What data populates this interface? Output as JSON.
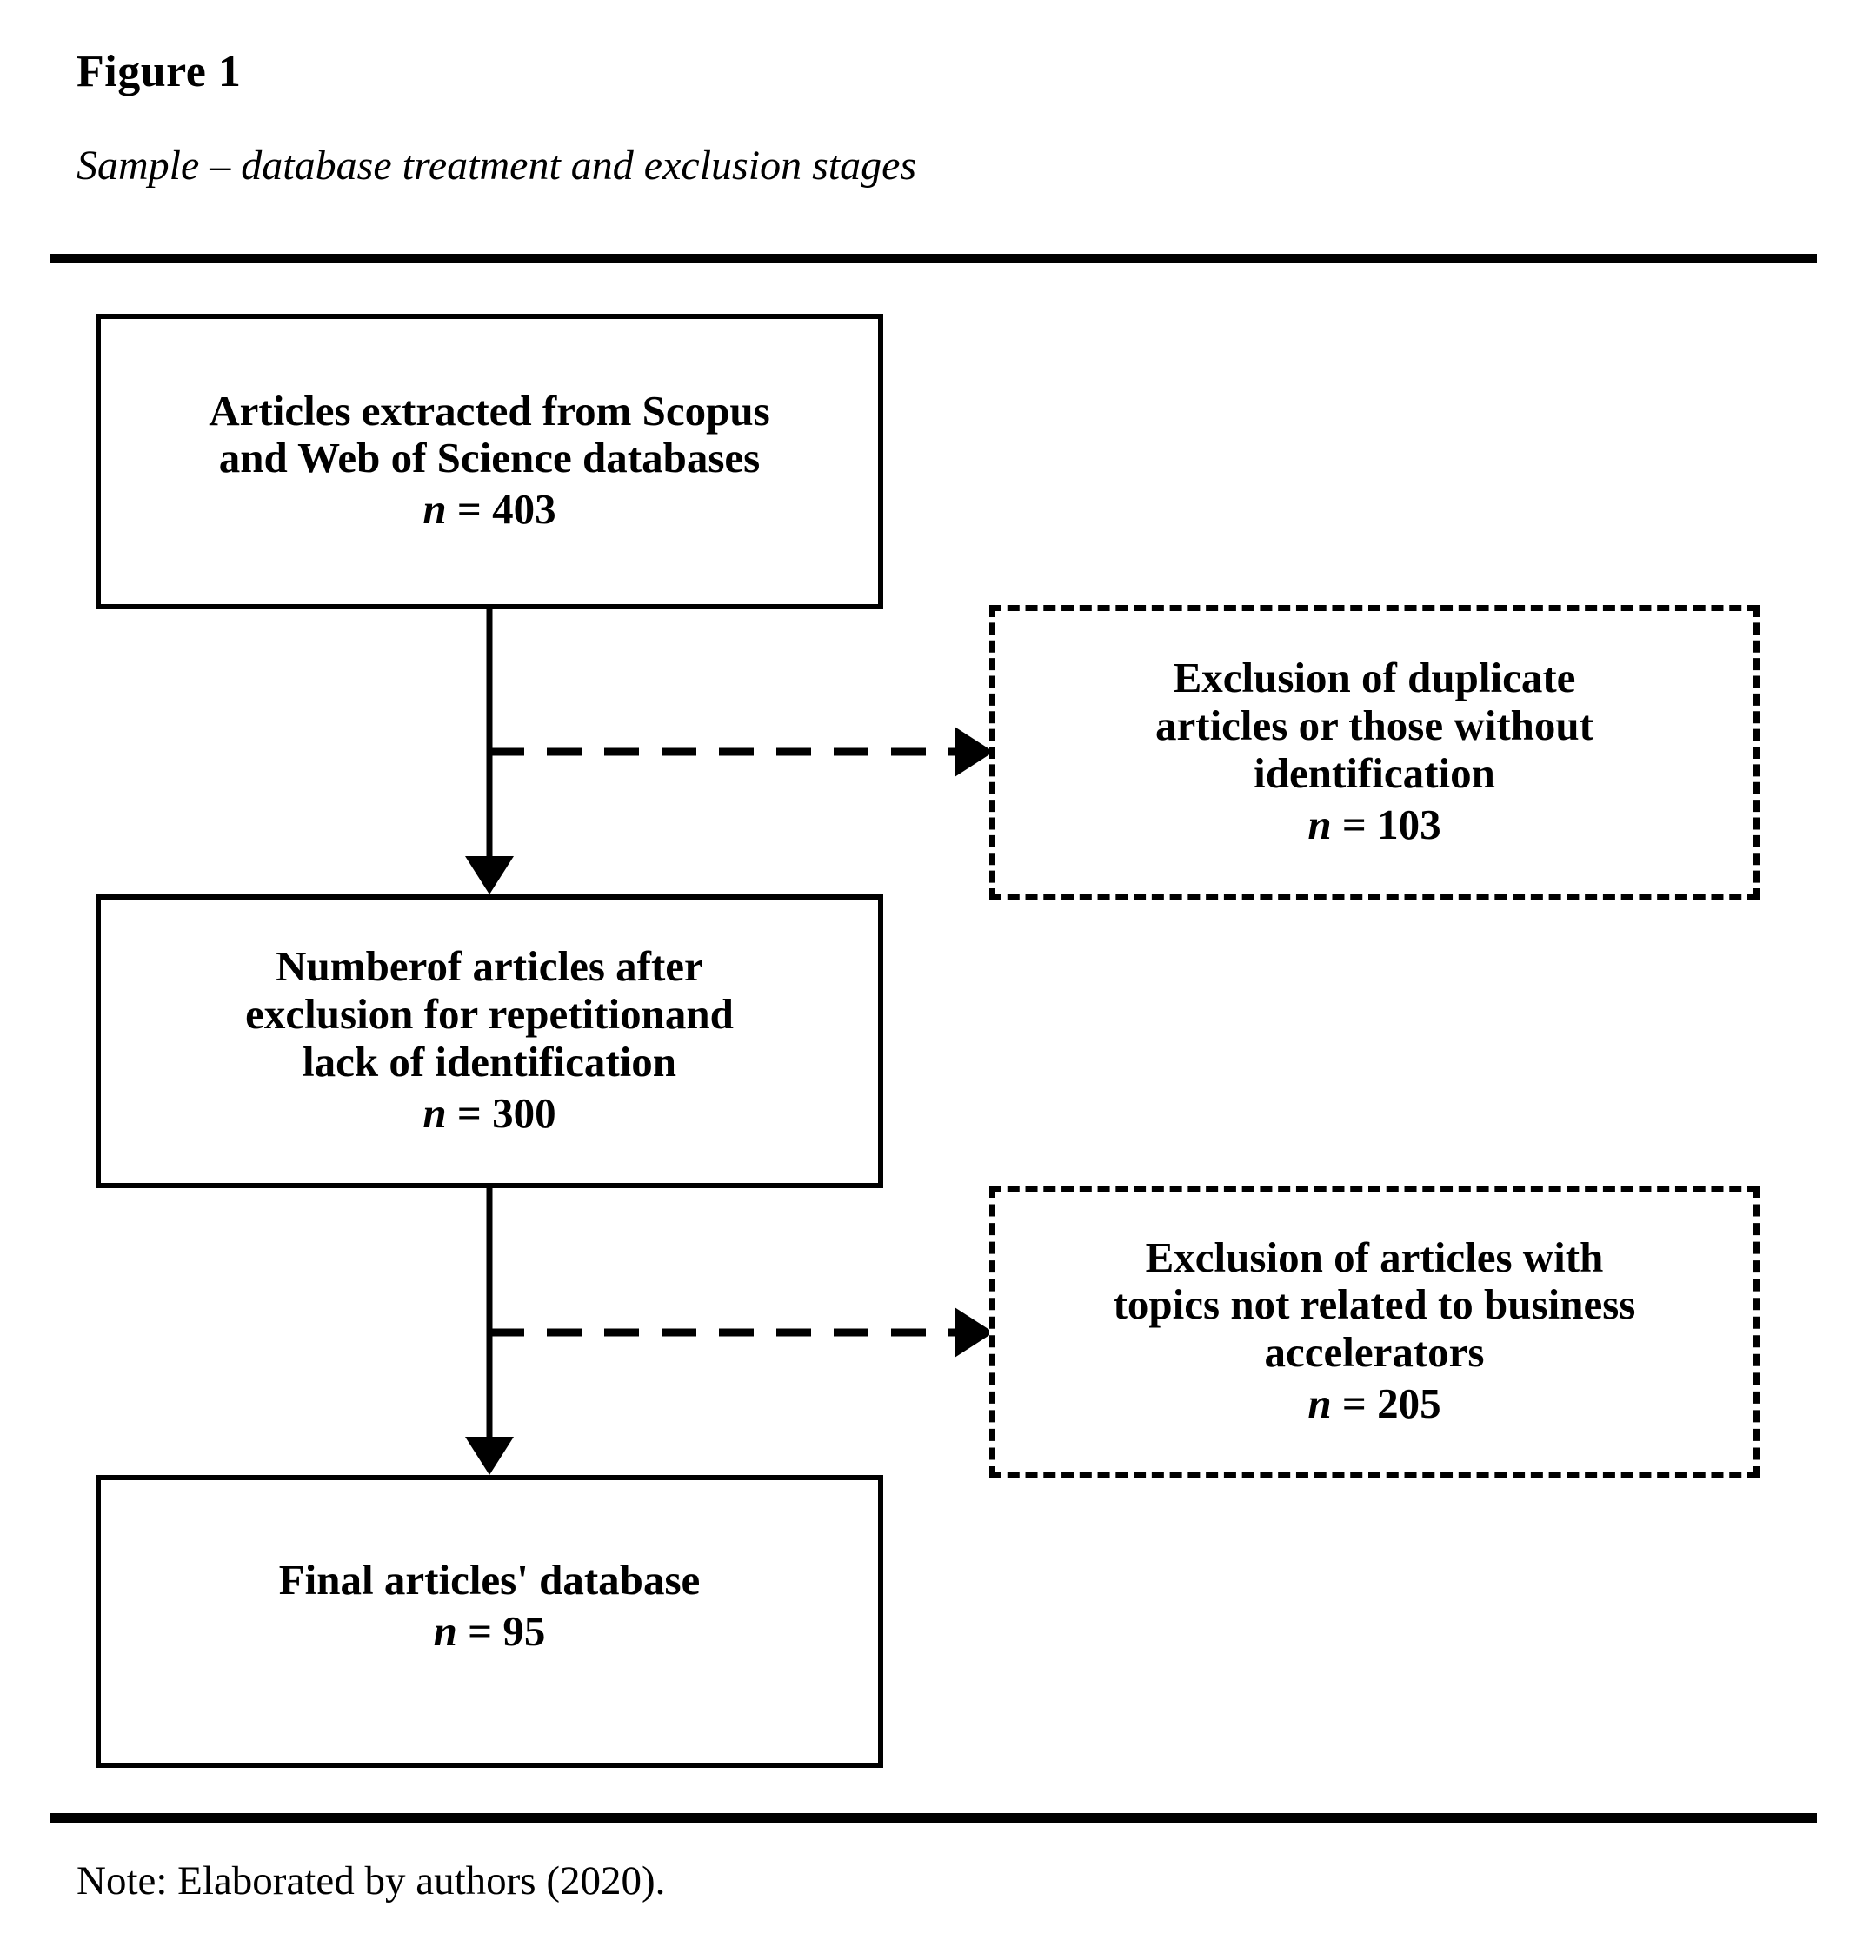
{
  "figure": {
    "label": "Figure 1",
    "subtitle": "Sample – database treatment and exclusion stages",
    "note": "Note: Elaborated by authors (2020)."
  },
  "colors": {
    "ink": "#000000",
    "paper": "#ffffff"
  },
  "flow": {
    "boxes": [
      {
        "id": "extracted",
        "style": "solid",
        "text": "Articles extracted from Scopus\nand Web of Science databases",
        "count_prefix": "n",
        "count_equals": " = ",
        "count_value": "403",
        "count_full": "n = 403"
      },
      {
        "id": "after-exclusion",
        "style": "solid",
        "text": "Numberof articles after\nexclusion for repetitionand\nlack of identification",
        "count_prefix": "n",
        "count_equals": " = ",
        "count_value": "300",
        "count_full": "n = 300"
      },
      {
        "id": "final-database",
        "style": "solid",
        "text": "Final articles' database",
        "count_prefix": "n",
        "count_equals": " = ",
        "count_value": "95",
        "count_full": "n = 95"
      },
      {
        "id": "exclusion-duplicates",
        "style": "dashed",
        "text": "Exclusion of duplicate\narticles or those without\nidentification",
        "count_prefix": "n",
        "count_equals": " = ",
        "count_value": "103",
        "count_full": "n = 103"
      },
      {
        "id": "exclusion-topics",
        "style": "dashed",
        "text": "Exclusion of articles with\ntopics not related to business\naccelerators",
        "count_prefix": "n",
        "count_equals": " = ",
        "count_value": "205",
        "count_full": "n = 205"
      }
    ],
    "connectors": [
      {
        "id": "extracted-to-after-exclusion",
        "kind": "solid-arrow-down"
      },
      {
        "id": "extracted-to-exclusion-duplicates",
        "kind": "dashed-arrow-right"
      },
      {
        "id": "after-exclusion-to-final",
        "kind": "solid-arrow-down"
      },
      {
        "id": "after-exclusion-to-exclusion-topics",
        "kind": "dashed-arrow-right"
      }
    ]
  }
}
